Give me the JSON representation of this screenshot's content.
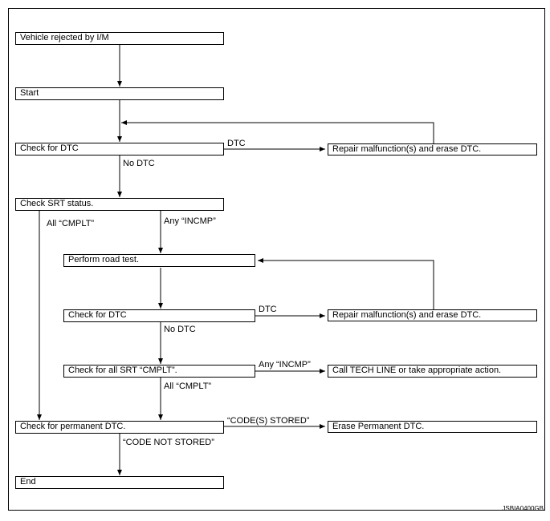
{
  "diagram": {
    "figure_id": "JSBIA0400GB",
    "boxes": {
      "rejected": "Vehicle rejected by I/M",
      "start": "Start",
      "check_dtc_1": "Check for DTC",
      "repair_1": "Repair malfunction(s) and erase DTC.",
      "check_srt": "Check SRT status.",
      "road_test": "Perform road test.",
      "check_dtc_2": "Check for DTC",
      "repair_2": "Repair malfunction(s) and erase DTC.",
      "check_all_srt": "Check for all SRT “CMPLT”.",
      "tech_line": "Call TECH LINE or take appropriate action.",
      "check_perm": "Check for permanent DTC.",
      "erase_perm": "Erase Permanent DTC.",
      "end": "End"
    },
    "labels": {
      "dtc_1": "DTC",
      "no_dtc_1": "No DTC",
      "all_cmplt_1": "All “CMPLT”",
      "any_incmp_1": "Any “INCMP”",
      "dtc_2": "DTC",
      "no_dtc_2": "No DTC",
      "any_incmp_2": "Any “INCMP”",
      "all_cmplt_2": "All “CMPLT”",
      "code_stored": "“CODE(S) STORED”",
      "code_not_stored": "“CODE NOT STORED”"
    }
  }
}
